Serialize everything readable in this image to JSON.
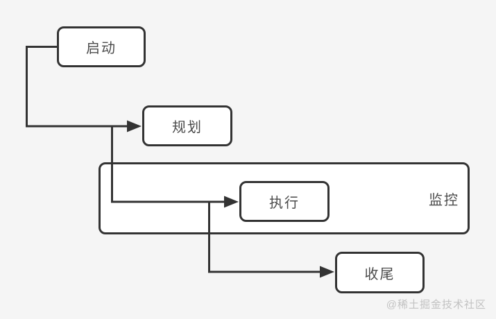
{
  "diagram": {
    "nodes": {
      "start": {
        "label": "启动"
      },
      "planning": {
        "label": "规划"
      },
      "execution": {
        "label": "执行"
      },
      "monitoring": {
        "label": "监控"
      },
      "closing": {
        "label": "收尾"
      }
    },
    "edges": [
      {
        "from": "start",
        "to": "planning"
      },
      {
        "from": "planning",
        "to": "execution"
      },
      {
        "from": "execution",
        "to": "closing"
      }
    ],
    "colors": {
      "background": "#f5f5f5",
      "stroke": "#333333",
      "node_fill": "#ffffff",
      "label_text": "#4a4a4a",
      "watermark_text": "#c2c2c2"
    },
    "watermark": "@稀土掘金技术社区"
  }
}
